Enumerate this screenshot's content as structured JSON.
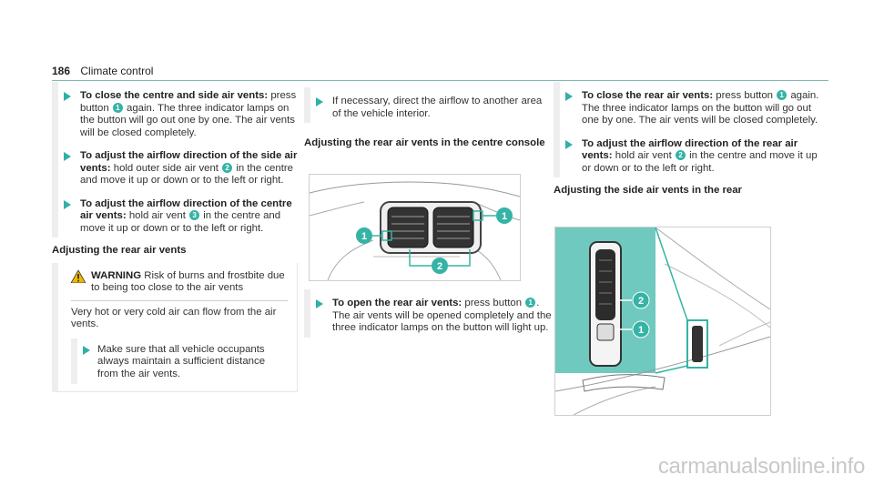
{
  "header": {
    "page_number": "186",
    "section": "Climate control"
  },
  "col1": {
    "step1": {
      "lead": "To close the centre and side air vents:",
      "text_a": "press button",
      "badge": "1",
      "text_b": "again. The three indicator lamps on the button will go out one by one. The air vents will be closed completely."
    },
    "step2": {
      "lead": "To adjust the airflow direction of the side air vents:",
      "text_a": "hold outer side air vent",
      "badge": "2",
      "text_b": "in the centre and move it up or down or to the left or right."
    },
    "step3": {
      "lead": "To adjust the airflow direction of the centre air vents:",
      "text_a": "hold air vent",
      "badge": "3",
      "text_b": "in the centre and move it up or down or to the left or right."
    },
    "heading": "Adjusting the rear air vents",
    "warning": {
      "keyword": "WARNING",
      "title": "Risk of burns and frostbite due to being too close to the air vents",
      "body": "Very hot or very cold air can flow from the air vents.",
      "action": "Make sure that all vehicle occupants always maintain a sufficient distance from the air vents."
    }
  },
  "col2": {
    "action_top": "If necessary, direct the airflow to another area of the vehicle interior.",
    "heading": "Adjusting the rear air vents in the centre console",
    "figure_labels": [
      "1",
      "2",
      "1"
    ],
    "step_open": {
      "lead": "To open the rear air vents:",
      "text_a": "press button",
      "badge": "1",
      "text_b": ". The air vents will be opened completely and the three indicator lamps on the button will light up."
    }
  },
  "col3": {
    "step_close": {
      "lead": "To close the rear air vents:",
      "text_a": "press button",
      "badge": "1",
      "text_b": "again. The three indicator lamps on the button will go out one by one. The air vents will be closed completely."
    },
    "step_adjust": {
      "lead": "To adjust the airflow direction of the rear air vents:",
      "text_a": "hold air vent",
      "badge": "2",
      "text_b": "in the centre and move it up or down or to the left or right."
    },
    "heading": "Adjusting the side air vents in the rear",
    "figure_labels": [
      "2",
      "1"
    ]
  },
  "watermark": "carmanualsonline.info",
  "colors": {
    "accent": "#35b3a6",
    "rule": "#7fb9b6",
    "panel": "#eeeeee"
  }
}
